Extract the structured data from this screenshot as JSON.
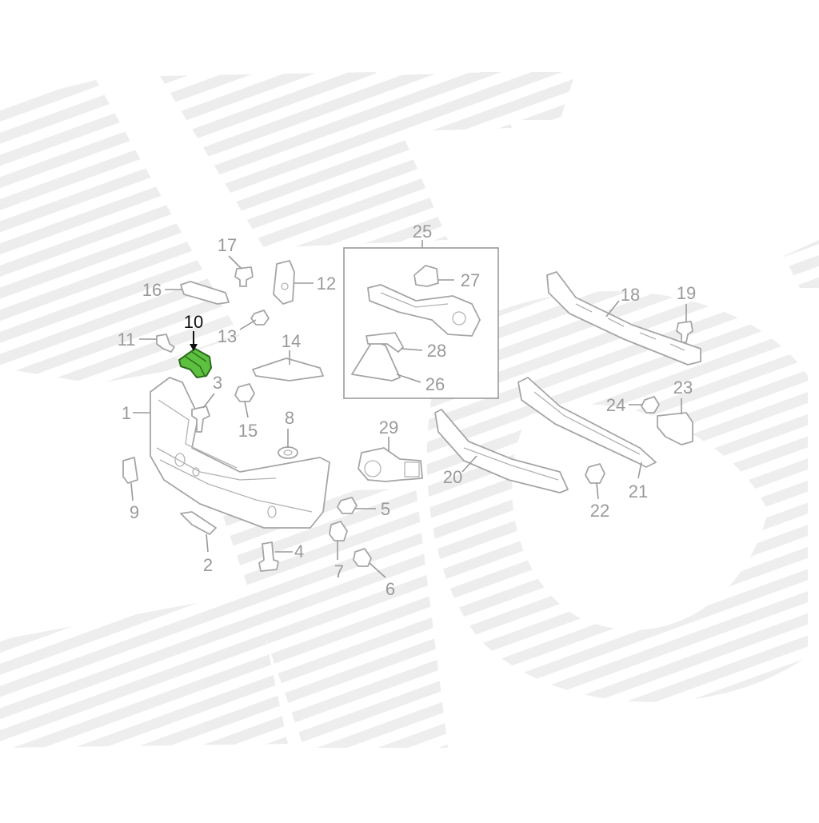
{
  "colors": {
    "background": "#ffffff",
    "watermark": "#ececec",
    "part_stroke": "#a6a6a6",
    "label_default": "#9a9a9a",
    "label_highlight": "#111111",
    "highlight_fill": "#5cc13e",
    "highlight_stroke": "#2f6b1f"
  },
  "diagram": {
    "group_label": "25",
    "highlighted_part": "10",
    "callouts": [
      {
        "key": "c1",
        "label": "1"
      },
      {
        "key": "c2",
        "label": "2"
      },
      {
        "key": "c3",
        "label": "3"
      },
      {
        "key": "c4",
        "label": "4"
      },
      {
        "key": "c5",
        "label": "5"
      },
      {
        "key": "c6",
        "label": "6"
      },
      {
        "key": "c7",
        "label": "7"
      },
      {
        "key": "c8",
        "label": "8"
      },
      {
        "key": "c9",
        "label": "9"
      },
      {
        "key": "c10",
        "label": "10"
      },
      {
        "key": "c11",
        "label": "11"
      },
      {
        "key": "c12",
        "label": "12"
      },
      {
        "key": "c13",
        "label": "13"
      },
      {
        "key": "c14",
        "label": "14"
      },
      {
        "key": "c15",
        "label": "15"
      },
      {
        "key": "c16",
        "label": "16"
      },
      {
        "key": "c17",
        "label": "17"
      },
      {
        "key": "c18",
        "label": "18"
      },
      {
        "key": "c19",
        "label": "19"
      },
      {
        "key": "c20",
        "label": "20"
      },
      {
        "key": "c21",
        "label": "21"
      },
      {
        "key": "c22",
        "label": "22"
      },
      {
        "key": "c23",
        "label": "23"
      },
      {
        "key": "c24",
        "label": "24"
      },
      {
        "key": "c26",
        "label": "26"
      },
      {
        "key": "c27",
        "label": "27"
      },
      {
        "key": "c28",
        "label": "28"
      },
      {
        "key": "c29",
        "label": "29"
      }
    ]
  }
}
